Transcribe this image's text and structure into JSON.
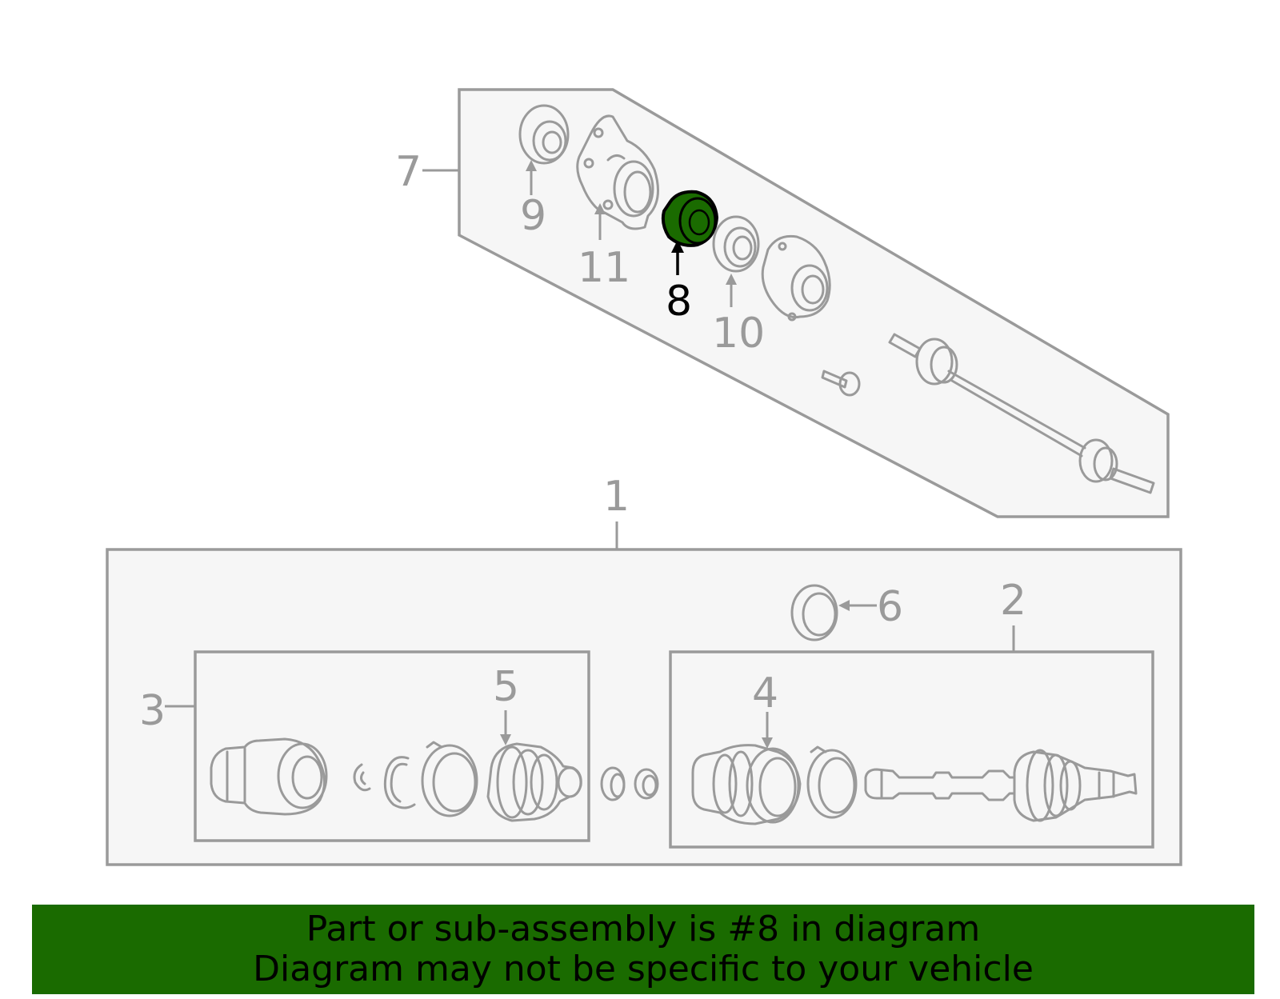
{
  "diagram": {
    "callouts": {
      "c1": "1",
      "c2": "2",
      "c3": "3",
      "c4": "4",
      "c5": "5",
      "c6": "6",
      "c7": "7",
      "c8": "8",
      "c9": "9",
      "c10": "10",
      "c11": "11"
    },
    "highlighted_part": "8",
    "colors": {
      "highlight_fill": "#1a6b00",
      "line": "#9a9a9a",
      "panel_fill": "#f6f6f6"
    }
  },
  "banner": {
    "line1": "Part or sub-assembly is #8 in diagram",
    "line2": "Diagram may not be specific to your vehicle",
    "background": "#1a6b00"
  }
}
